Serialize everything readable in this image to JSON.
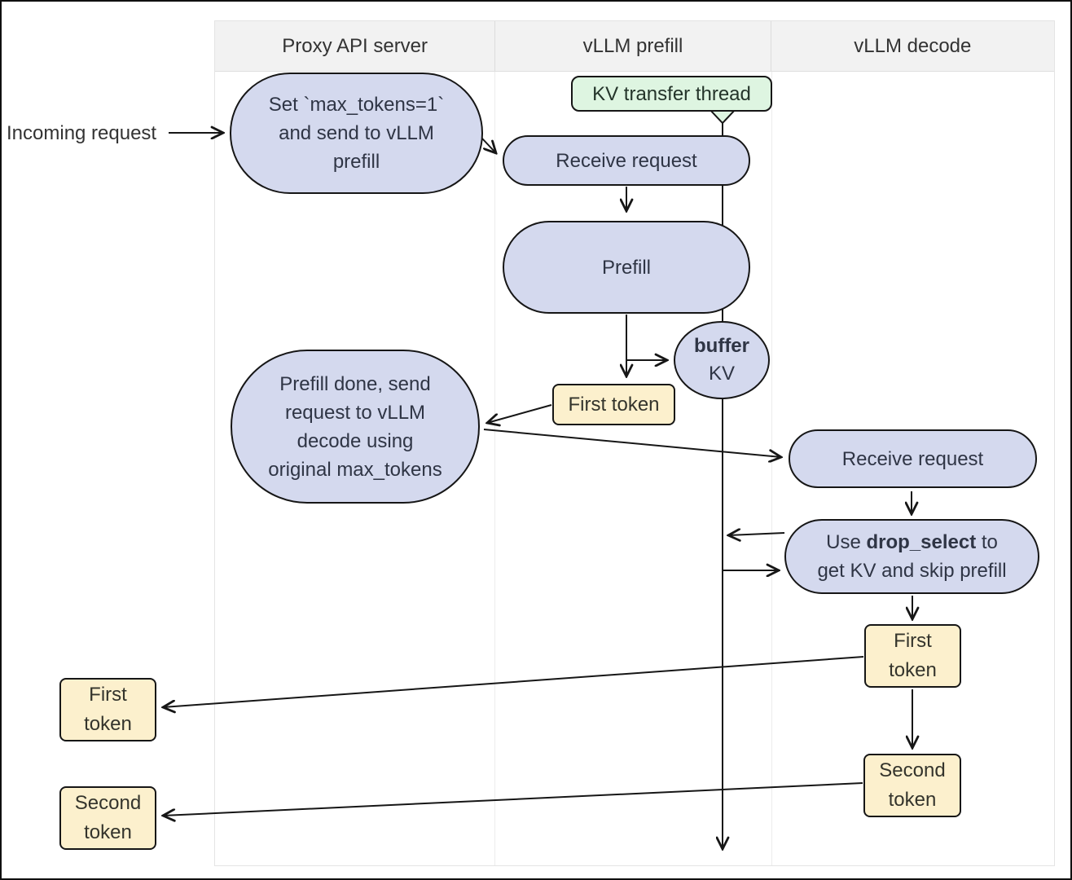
{
  "colors": {
    "node_fill": "#d4d9ee",
    "token_fill": "#fcf0cd",
    "note_fill": "#def5e1",
    "header_bg": "#f2f2f2",
    "stroke": "#161616"
  },
  "lanes": [
    {
      "label": "Proxy API server"
    },
    {
      "label": "vLLM prefill"
    },
    {
      "label": "vLLM decode"
    }
  ],
  "external": {
    "incoming_request": "Incoming request"
  },
  "nodes": {
    "set_max_tokens": {
      "lines": [
        "Set `max_tokens=1`",
        "and send to vLLM",
        "prefill"
      ]
    },
    "kv_transfer_thread": {
      "label": "KV transfer thread"
    },
    "receive_request_prefill": {
      "label": "Receive request"
    },
    "prefill": {
      "label": "Prefill"
    },
    "buffer_kv": {
      "bold": "buffer",
      "line2": "KV"
    },
    "first_token_prefill": {
      "label": "First token"
    },
    "prefill_done": {
      "lines": [
        "Prefill done, send",
        "request to vLLM",
        "decode using",
        "original max_tokens"
      ]
    },
    "receive_request_decode": {
      "label": "Receive request"
    },
    "drop_select": {
      "line1_pre": "Use ",
      "line1_bold": "drop_select",
      "line1_post": " to",
      "line2": "get KV and skip prefill"
    },
    "first_token_decode": {
      "line1": "First",
      "line2": "token"
    },
    "second_token_decode": {
      "line1": "Second",
      "line2": "token"
    },
    "first_token_out": {
      "line1": "First",
      "line2": "token"
    },
    "second_token_out": {
      "line1": "Second",
      "line2": "token"
    }
  }
}
